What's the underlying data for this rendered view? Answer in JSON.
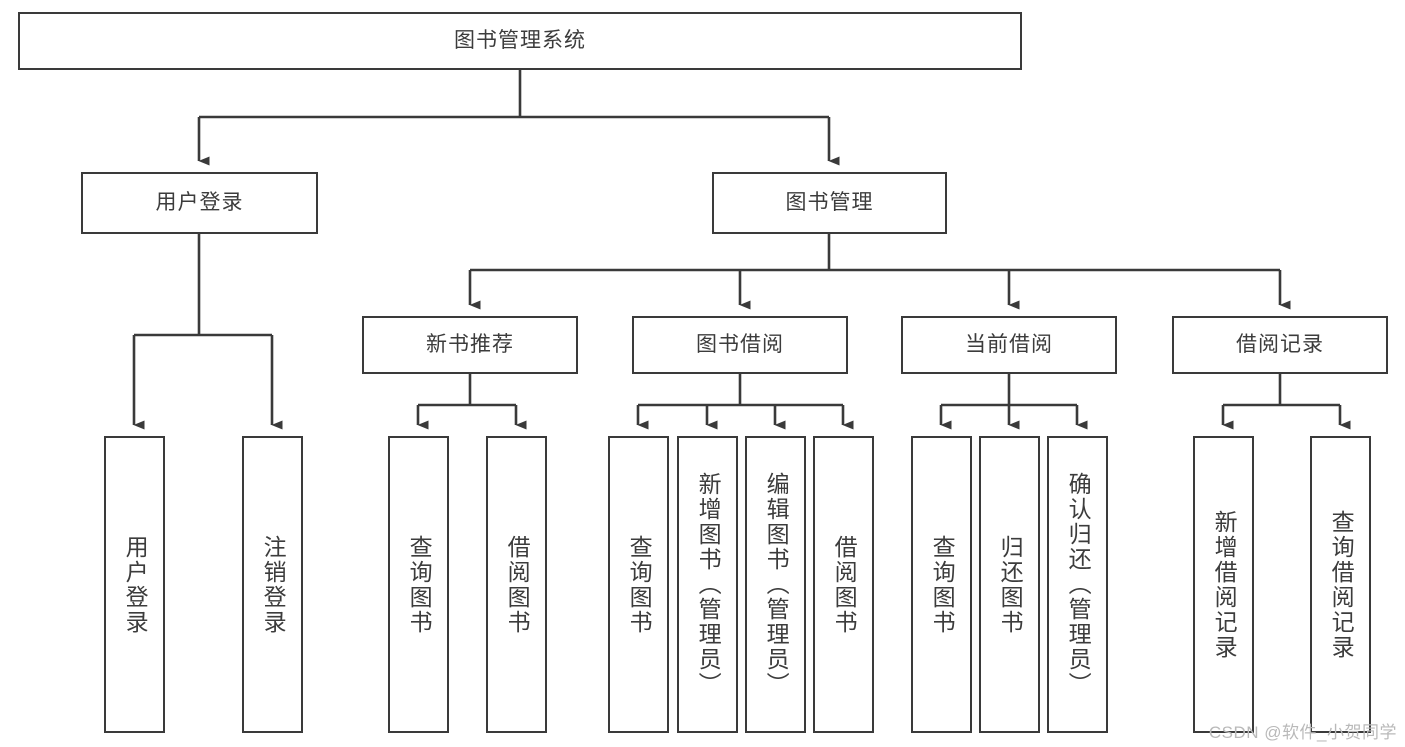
{
  "diagram": {
    "title": "图书管理系统",
    "type": "tree",
    "line_color": "#3a3a3a",
    "box_fill": "#ffffff",
    "text_color": "#3c3c3c",
    "watermark": "CSDN @软件_小贺同学",
    "levels": {
      "root": {
        "label": "图书管理系统"
      },
      "level2": [
        {
          "label": "用户登录"
        },
        {
          "label": "图书管理"
        }
      ],
      "level3": [
        {
          "label": "新书推荐"
        },
        {
          "label": "图书借阅"
        },
        {
          "label": "当前借阅"
        },
        {
          "label": "借阅记录"
        }
      ],
      "leaves": [
        {
          "label": "用户登录",
          "parent": "用户登录"
        },
        {
          "label": "注销登录",
          "parent": "用户登录"
        },
        {
          "label": "查询图书",
          "parent": "新书推荐"
        },
        {
          "label": "借阅图书",
          "parent": "新书推荐"
        },
        {
          "label": "查询图书",
          "parent": "图书借阅"
        },
        {
          "label": "新增图书（管理员）",
          "parent": "图书借阅"
        },
        {
          "label": "编辑图书（管理员）",
          "parent": "图书借阅"
        },
        {
          "label": "借阅图书",
          "parent": "图书借阅"
        },
        {
          "label": "查询图书",
          "parent": "当前借阅"
        },
        {
          "label": "归还图书",
          "parent": "当前借阅"
        },
        {
          "label": "确认归还（管理员）",
          "parent": "当前借阅"
        },
        {
          "label": "新增借阅记录",
          "parent": "借阅记录"
        },
        {
          "label": "查询借阅记录",
          "parent": "借阅记录"
        }
      ]
    }
  }
}
